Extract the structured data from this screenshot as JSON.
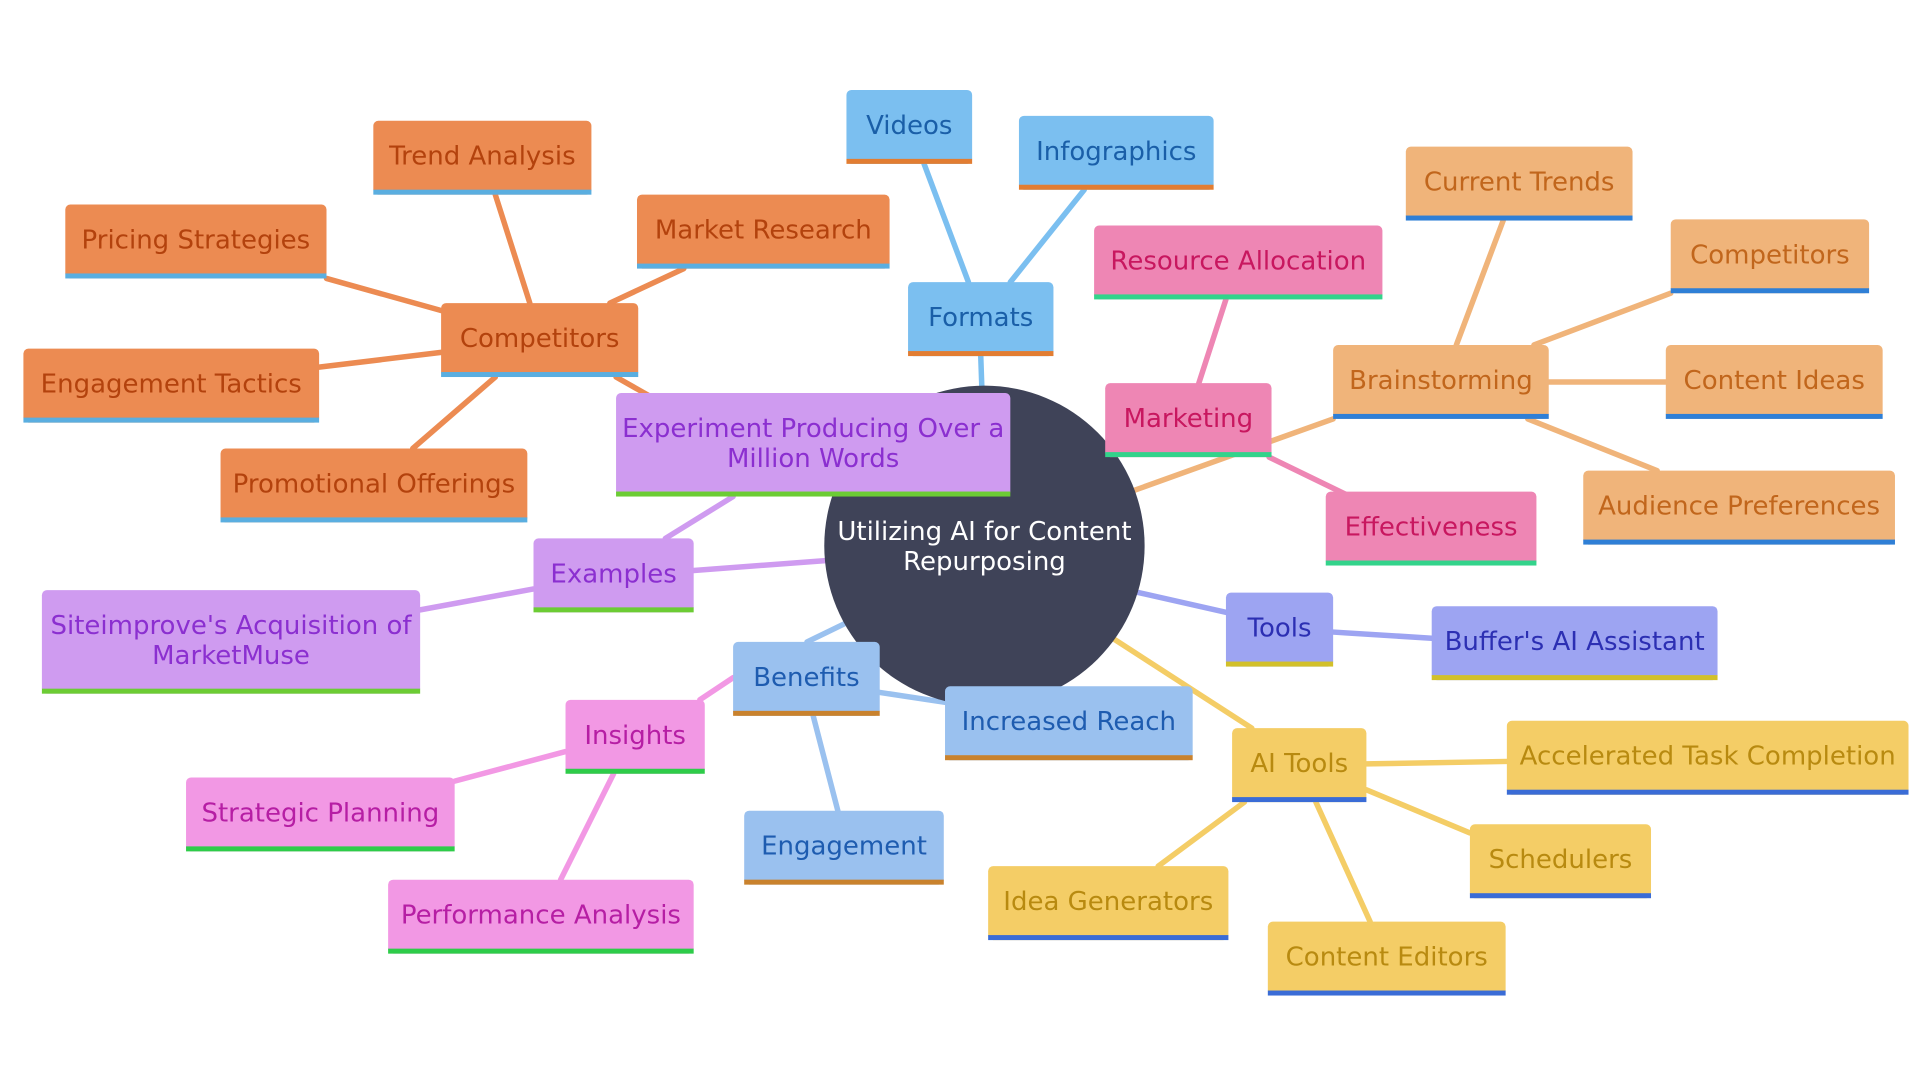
{
  "diagram": {
    "center": {
      "label": [
        "Utilizing AI for Content",
        "Repurposing"
      ],
      "fill": "#3f4358",
      "text_color": "#ffffff"
    },
    "palettes": {
      "orange": {
        "fill": "#ec8b52",
        "text": "#b3420d",
        "bar": "#5aaee0",
        "line": "#ec8b52"
      },
      "blue": {
        "fill": "#7bbff0",
        "text": "#1a5fa8",
        "bar": "#e27d32",
        "line": "#7bbff0"
      },
      "pink": {
        "fill": "#ee86b4",
        "text": "#c8175f",
        "bar": "#33d38b",
        "line": "#ee86b4"
      },
      "peach": {
        "fill": "#f0b47a",
        "text": "#c1661c",
        "bar": "#2f7fd6",
        "line": "#f0b47a"
      },
      "purple": {
        "fill": "#cf9bf0",
        "text": "#8b2fd0",
        "bar": "#6ccc34",
        "line": "#cf9bf0"
      },
      "lavender": {
        "fill": "#9da4f2",
        "text": "#2c2fb3",
        "bar": "#d2c02a",
        "line": "#9da4f2"
      },
      "lightblue": {
        "fill": "#9ac1ef",
        "text": "#1e5cb0",
        "bar": "#c9822d",
        "line": "#9ac1ef"
      },
      "magenta": {
        "fill": "#f298e4",
        "text": "#b61ea4",
        "bar": "#2ecc49",
        "line": "#f298e4"
      },
      "yellow": {
        "fill": "#f4cd66",
        "text": "#b88a10",
        "bar": "#3a6cd6",
        "line": "#f4cd66"
      }
    },
    "nodes": [
      {
        "id": "competitors",
        "label": [
          "Competitors"
        ],
        "palette": "orange"
      },
      {
        "id": "trend-analysis",
        "label": [
          "Trend Analysis"
        ],
        "palette": "orange"
      },
      {
        "id": "pricing-strategies",
        "label": [
          "Pricing Strategies"
        ],
        "palette": "orange"
      },
      {
        "id": "market-research",
        "label": [
          "Market Research"
        ],
        "palette": "orange"
      },
      {
        "id": "engagement-tactics",
        "label": [
          "Engagement Tactics"
        ],
        "palette": "orange"
      },
      {
        "id": "promotional-offerings",
        "label": [
          "Promotional Offerings"
        ],
        "palette": "orange"
      },
      {
        "id": "formats",
        "label": [
          "Formats"
        ],
        "palette": "blue"
      },
      {
        "id": "videos",
        "label": [
          "Videos"
        ],
        "palette": "blue"
      },
      {
        "id": "infographics",
        "label": [
          "Infographics"
        ],
        "palette": "blue"
      },
      {
        "id": "marketing",
        "label": [
          "Marketing"
        ],
        "palette": "pink"
      },
      {
        "id": "resource-allocation",
        "label": [
          "Resource Allocation"
        ],
        "palette": "pink"
      },
      {
        "id": "effectiveness",
        "label": [
          "Effectiveness"
        ],
        "palette": "pink"
      },
      {
        "id": "brainstorming",
        "label": [
          "Brainstorming"
        ],
        "palette": "peach"
      },
      {
        "id": "current-trends",
        "label": [
          "Current Trends"
        ],
        "palette": "peach"
      },
      {
        "id": "competitors-2",
        "label": [
          "Competitors"
        ],
        "palette": "peach"
      },
      {
        "id": "content-ideas",
        "label": [
          "Content Ideas"
        ],
        "palette": "peach"
      },
      {
        "id": "audience-preferences",
        "label": [
          "Audience Preferences"
        ],
        "palette": "peach"
      },
      {
        "id": "experiment",
        "label": [
          "Experiment Producing Over a",
          "Million Words"
        ],
        "palette": "purple"
      },
      {
        "id": "examples",
        "label": [
          "Examples"
        ],
        "palette": "purple"
      },
      {
        "id": "siteimprove",
        "label": [
          "Siteimprove's Acquisition of",
          "MarketMuse"
        ],
        "palette": "purple"
      },
      {
        "id": "tools",
        "label": [
          "Tools"
        ],
        "palette": "lavender"
      },
      {
        "id": "buffer",
        "label": [
          "Buffer's AI Assistant"
        ],
        "palette": "lavender"
      },
      {
        "id": "benefits",
        "label": [
          "Benefits"
        ],
        "palette": "lightblue"
      },
      {
        "id": "increased-reach",
        "label": [
          "Increased Reach"
        ],
        "palette": "lightblue"
      },
      {
        "id": "engagement",
        "label": [
          "Engagement"
        ],
        "palette": "lightblue"
      },
      {
        "id": "insights",
        "label": [
          "Insights"
        ],
        "palette": "magenta"
      },
      {
        "id": "strategic-planning",
        "label": [
          "Strategic Planning"
        ],
        "palette": "magenta"
      },
      {
        "id": "performance-analysis",
        "label": [
          "Performance Analysis"
        ],
        "palette": "magenta"
      },
      {
        "id": "ai-tools",
        "label": [
          "AI Tools"
        ],
        "palette": "yellow"
      },
      {
        "id": "accelerated",
        "label": [
          "Accelerated Task Completion"
        ],
        "palette": "yellow"
      },
      {
        "id": "schedulers",
        "label": [
          "Schedulers"
        ],
        "palette": "yellow"
      },
      {
        "id": "idea-generators",
        "label": [
          "Idea Generators"
        ],
        "palette": "yellow"
      },
      {
        "id": "content-editors",
        "label": [
          "Content Editors"
        ],
        "palette": "yellow"
      }
    ],
    "edges": [
      {
        "from": "center",
        "to": "competitors"
      },
      {
        "from": "competitors",
        "to": "trend-analysis"
      },
      {
        "from": "competitors",
        "to": "pricing-strategies"
      },
      {
        "from": "competitors",
        "to": "market-research"
      },
      {
        "from": "competitors",
        "to": "engagement-tactics"
      },
      {
        "from": "competitors",
        "to": "promotional-offerings"
      },
      {
        "from": "center",
        "to": "formats"
      },
      {
        "from": "formats",
        "to": "videos"
      },
      {
        "from": "formats",
        "to": "infographics"
      },
      {
        "from": "center",
        "to": "brainstorming"
      },
      {
        "from": "brainstorming",
        "to": "current-trends"
      },
      {
        "from": "brainstorming",
        "to": "competitors-2"
      },
      {
        "from": "brainstorming",
        "to": "content-ideas"
      },
      {
        "from": "brainstorming",
        "to": "audience-preferences"
      },
      {
        "from": "center",
        "to": "marketing"
      },
      {
        "from": "marketing",
        "to": "resource-allocation"
      },
      {
        "from": "marketing",
        "to": "effectiveness"
      },
      {
        "from": "center",
        "to": "examples"
      },
      {
        "from": "examples",
        "to": "experiment"
      },
      {
        "from": "examples",
        "to": "siteimprove"
      },
      {
        "from": "center",
        "to": "tools"
      },
      {
        "from": "tools",
        "to": "buffer"
      },
      {
        "from": "center",
        "to": "benefits"
      },
      {
        "from": "benefits",
        "to": "increased-reach"
      },
      {
        "from": "benefits",
        "to": "engagement"
      },
      {
        "from": "benefits",
        "to": "insights"
      },
      {
        "from": "insights",
        "to": "strategic-planning"
      },
      {
        "from": "insights",
        "to": "performance-analysis"
      },
      {
        "from": "center",
        "to": "ai-tools"
      },
      {
        "from": "ai-tools",
        "to": "accelerated"
      },
      {
        "from": "ai-tools",
        "to": "schedulers"
      },
      {
        "from": "ai-tools",
        "to": "idea-generators"
      },
      {
        "from": "ai-tools",
        "to": "content-editors"
      }
    ]
  }
}
